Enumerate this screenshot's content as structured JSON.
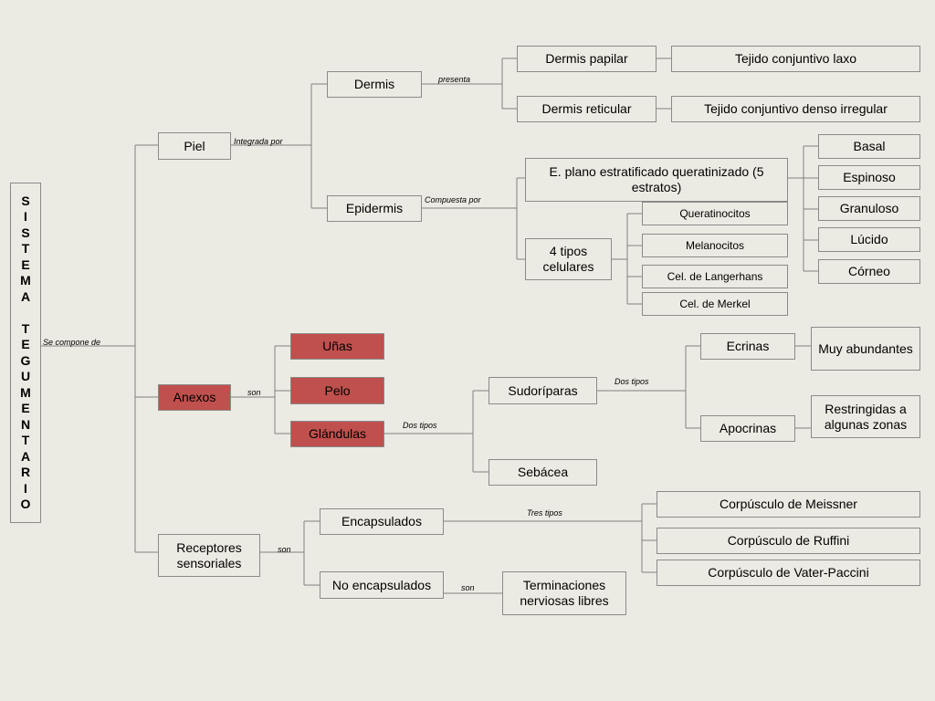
{
  "title": "SISTEMA TEGUMENTARIO",
  "connectors": {
    "se_compone_de": "Se compone de",
    "integrada_por": "Integrada por",
    "presenta": "presenta",
    "compuesta_por": "Compuesta por",
    "anexos_son": "son",
    "glandulas_dos_tipos": "Dos tipos",
    "sudoriparas_dos_tipos": "Dos tipos",
    "receptores_son": "son",
    "tres_tipos": "Tres tipos",
    "no_encapsulados_son": "son"
  },
  "nodes": {
    "piel": "Piel",
    "anexos": "Anexos",
    "receptores": "Receptores sensoriales",
    "dermis": "Dermis",
    "epidermis": "Epidermis",
    "dermis_papilar": "Dermis papilar",
    "dermis_reticular": "Dermis reticular",
    "tejido_laxo": "Tejido conjuntivo laxo",
    "tejido_denso": "Tejido conjuntivo denso irregular",
    "epitelio": "E. plano estratificado queratinizado (5 estratos)",
    "tipos_celulares": "4 tipos celulares",
    "queratinocitos": "Queratinocitos",
    "melanocitos": "Melanocitos",
    "langerhans": "Cel. de Langerhans",
    "merkel": "Cel. de Merkel",
    "basal": "Basal",
    "espinoso": "Espinoso",
    "granuloso": "Granuloso",
    "lucido": "Lúcido",
    "corneo": "Córneo",
    "unas": "Uñas",
    "pelo": "Pelo",
    "glandulas": "Glándulas",
    "sudoriparas": "Sudoríparas",
    "sebacea": "Sebácea",
    "ecrinas": "Ecrinas",
    "apocrinas": "Apocrinas",
    "muy_abundantes": "Muy abundantes",
    "restringidas": "Restringidas a algunas zonas",
    "encapsulados": "Encapsulados",
    "no_encapsulados": "No encapsulados",
    "terminaciones": "Terminaciones nerviosas libres",
    "meissner": "Corpúsculo de Meissner",
    "ruffini": "Corpúsculo de Ruffini",
    "vater_paccini": "Corpúsculo de Vater-Paccini"
  },
  "colors": {
    "background": "#ecebe3",
    "highlight": "#c0504d",
    "line": "#808080"
  }
}
